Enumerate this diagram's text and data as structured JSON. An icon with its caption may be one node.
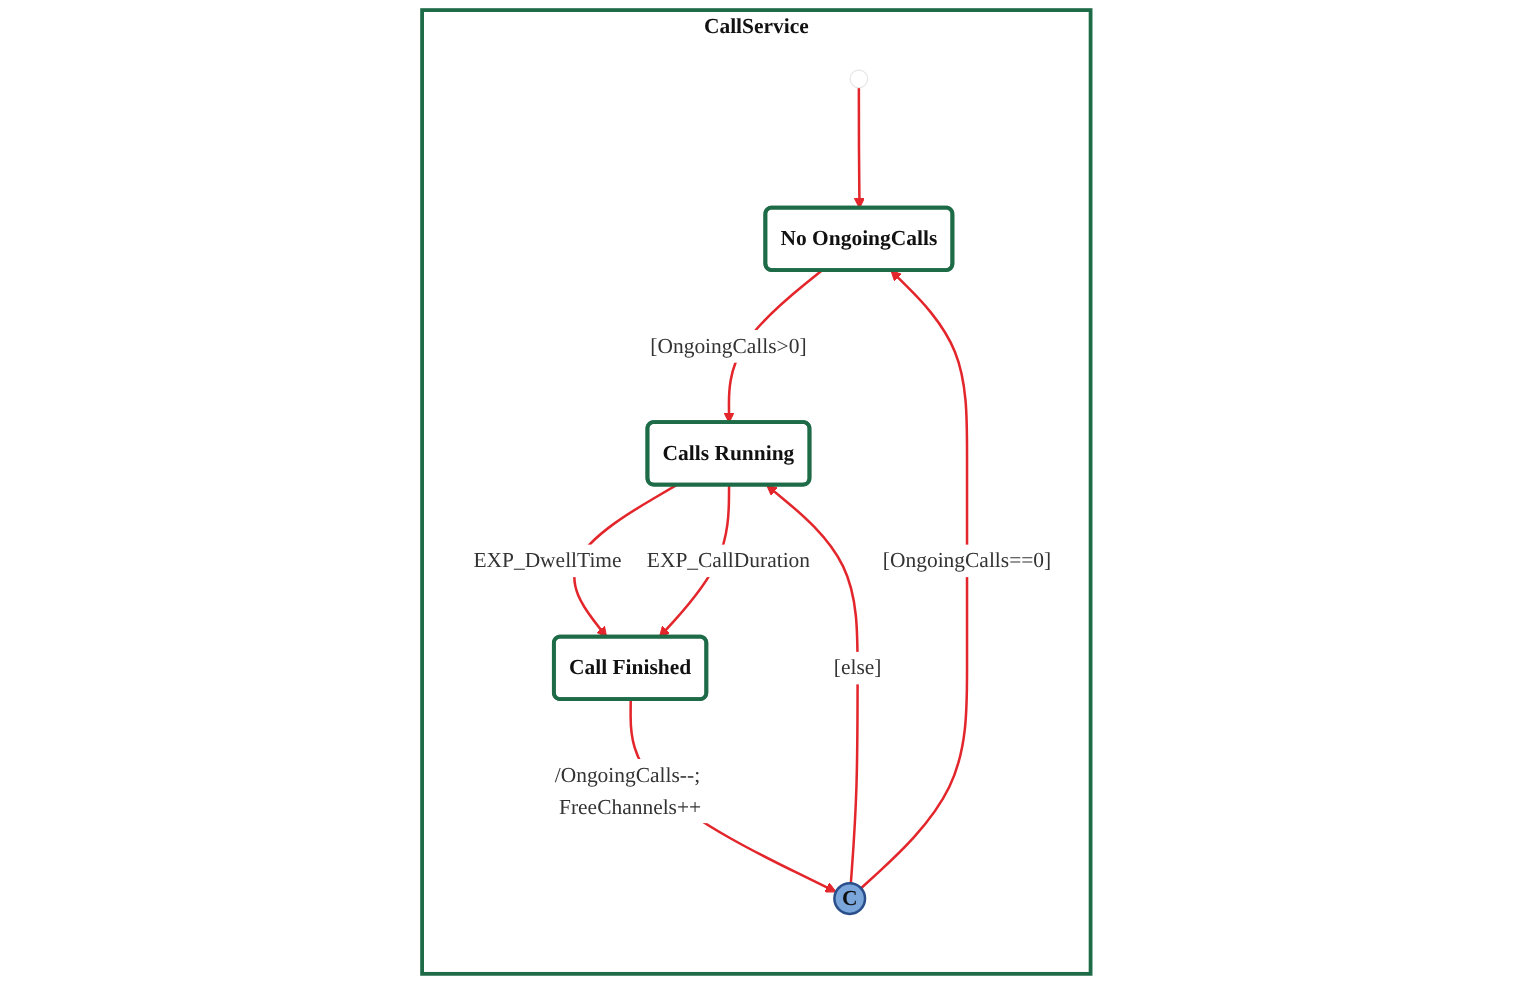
{
  "diagram": {
    "nodes": [
      {
        "text": [
          "CallService"
        ]
      },
      {
        "text": [],
        "shape": "circle",
        "in": 0
      },
      {
        "text": [
          "No OngoingCalls"
        ],
        "in": 0
      },
      {
        "text": [
          "Calls Running"
        ],
        "in": 0
      },
      {
        "text": [
          "Call Finished"
        ],
        "in": 0
      },
      {
        "text": [
          "C"
        ],
        "in": 0
      }
    ],
    "edges": [
      {
        "from": 1,
        "to": 2,
        "arrow": "to"
      },
      {
        "from": 2,
        "to": 3,
        "arrow": "to",
        "label": "[OngoingCalls>0]"
      },
      {
        "from": 3,
        "to": 4,
        "arrow": "to",
        "label": "EXP_DwellTime"
      },
      {
        "from": 3,
        "to": 4,
        "arrow": "to",
        "label": "EXP_CallDuration"
      },
      {
        "from": 4,
        "to": 5,
        "arrow": "to",
        "label": "/OngoingCalls--; FreeChannels++"
      },
      {
        "from": 5,
        "to": 2,
        "arrow": "to",
        "label": "[OngoingCalls==0]"
      },
      {
        "from": 5,
        "to": 3,
        "arrow": "to",
        "label": "[else]"
      }
    ]
  }
}
